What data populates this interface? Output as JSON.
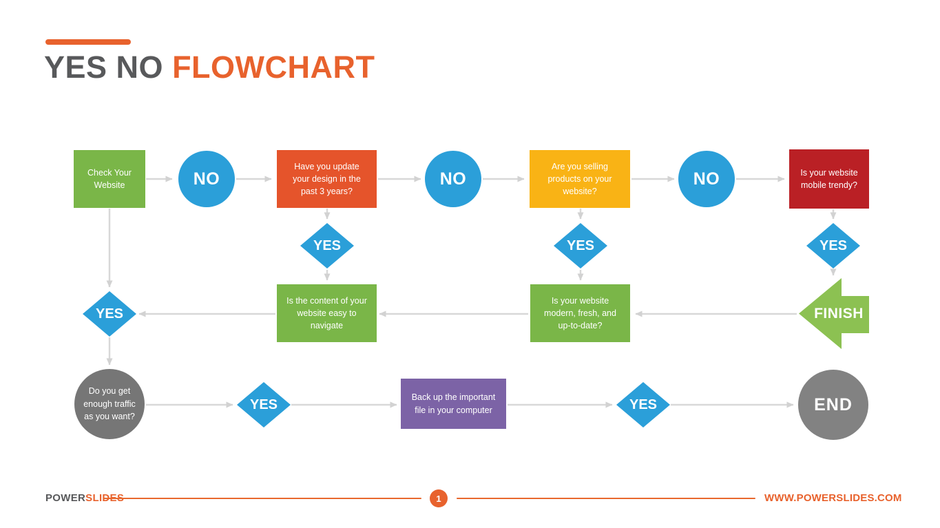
{
  "title": {
    "prefix": "YES NO ",
    "highlight": "FLOWCHART"
  },
  "colors": {
    "green": "#7AB648",
    "finish_green": "#8CC152",
    "orange": "#E5542B",
    "yellow": "#F9B315",
    "red": "#BA2025",
    "blue": "#2B9FD9",
    "purple": "#7C63A6",
    "gray_dark": "#767676",
    "gray_end": "#828282",
    "accent": "#E8622D",
    "title_dark": "#58595B",
    "connector": "#D8D8D8"
  },
  "flowchart": {
    "nodes": {
      "check_website": {
        "label": "Check Your Website",
        "type": "process"
      },
      "no_after_check": {
        "label": "NO",
        "type": "decision-answer"
      },
      "update_design": {
        "label": "Have you update your design in the past 3 years?",
        "type": "question"
      },
      "no_after_update": {
        "label": "NO",
        "type": "decision-answer"
      },
      "selling_products": {
        "label": "Are you selling products on your website?",
        "type": "question"
      },
      "no_after_selling": {
        "label": "NO",
        "type": "decision-answer"
      },
      "mobile_trendy": {
        "label": "Is your website mobile trendy?",
        "type": "question"
      },
      "yes_after_update": {
        "label": "YES",
        "type": "decision-answer"
      },
      "yes_after_selling": {
        "label": "YES",
        "type": "decision-answer"
      },
      "yes_after_mobile": {
        "label": "YES",
        "type": "decision-answer"
      },
      "easy_navigate": {
        "label": "Is the content of your website easy to navigate",
        "type": "question"
      },
      "modern_fresh": {
        "label": "Is your website modern, fresh, and up-to-date?",
        "type": "question"
      },
      "finish": {
        "label": "FINISH",
        "type": "terminator"
      },
      "yes_after_navigate": {
        "label": "YES",
        "type": "decision-answer"
      },
      "traffic": {
        "label": "Do you get enough traffic as you want?",
        "type": "question"
      },
      "yes_after_traffic": {
        "label": "YES",
        "type": "decision-answer"
      },
      "backup": {
        "label": "Back up the important file in your computer",
        "type": "process"
      },
      "yes_after_backup": {
        "label": "YES",
        "type": "decision-answer"
      },
      "end": {
        "label": "END",
        "type": "terminator"
      }
    }
  },
  "footer": {
    "logo_part1": "POWER",
    "logo_part2": "SLIDES",
    "page_number": "1",
    "website": "WWW.POWERSLIDES.COM"
  }
}
